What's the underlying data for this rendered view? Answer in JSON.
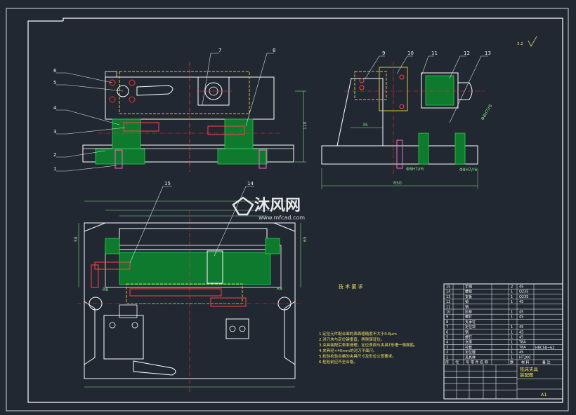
{
  "callouts": {
    "front_view": [
      "6",
      "5",
      "4",
      "3",
      "2",
      "1",
      "7",
      "8"
    ],
    "side_view": [
      "9",
      "10",
      "11",
      "12",
      "13"
    ],
    "top_view": [
      "15",
      "14"
    ]
  },
  "dimensions": {
    "height_110": "110",
    "side_35": "35",
    "side_width": "R50",
    "fit_1": "Φ8H7/r6",
    "fit_2": "Φ8H7/r6",
    "fit_3": "Φ8H7/r6",
    "top_left_vertical": "58",
    "top_right_vertical": "65",
    "r8": "R8",
    "r8b": "R8"
  },
  "roughness_mark": "3.2",
  "tech_requirements": {
    "title": "技 术 要 求",
    "items": [
      "1.定位元件配合面的表面粗糙度不大于0.8μm",
      "2.对刀块与定位键垂直，两侧保证位。",
      "3.夹具装配后表面清理，定位表面与夹具T形槽一侧面贴。",
      "4.夹具经+40mm的对刀平面尺。",
      "5.检验检验合格的夹具尺寸及形位公差要求。",
      "6.检验前应齐全合格。"
    ]
  },
  "watermark": {
    "brand": "沐风网",
    "url": "www.mfcad.com"
  },
  "title_block": {
    "header": [
      "序",
      "代",
      "号",
      "零 件 名 称",
      "数",
      "材 料",
      "备 注"
    ],
    "parts": [
      {
        "no": "15",
        "name": "手柄",
        "qty": "2",
        "mat": "45"
      },
      {
        "no": "14",
        "name": "螺栓",
        "qty": "1",
        "mat": "Q235"
      },
      {
        "no": "13",
        "name": "支板",
        "qty": "1",
        "mat": "Q235"
      },
      {
        "no": "12",
        "name": "销",
        "qty": "1",
        "mat": "45"
      },
      {
        "no": "11",
        "name": "销",
        "qty": "",
        "mat": ""
      },
      {
        "no": "10",
        "name": "压板",
        "qty": "1",
        "mat": "45"
      },
      {
        "no": "9",
        "name": "螺钉",
        "qty": "1",
        "mat": "45"
      },
      {
        "no": "8",
        "name": "支承钉",
        "qty": "",
        "mat": ""
      },
      {
        "no": "7",
        "name": "定位块",
        "qty": "1",
        "mat": "45"
      },
      {
        "no": "6",
        "name": "销",
        "qty": "1",
        "mat": "45"
      },
      {
        "no": "5",
        "name": "螺钉",
        "qty": "1",
        "mat": "45"
      },
      {
        "no": "4",
        "name": "支座",
        "qty": "1",
        "mat": "T8A"
      },
      {
        "no": "3",
        "name": "衬套",
        "qty": "1",
        "mat": "T8A"
      },
      {
        "no": "2",
        "name": "定位键",
        "qty": "1",
        "mat": "45"
      },
      {
        "no": "1",
        "name": "夹具体",
        "qty": "1",
        "mat": "HT200"
      }
    ],
    "extra_note": "HRC58~62",
    "drawing_title_1": "铣床夹具",
    "drawing_title_2": "装配图",
    "sheet": "A1"
  }
}
